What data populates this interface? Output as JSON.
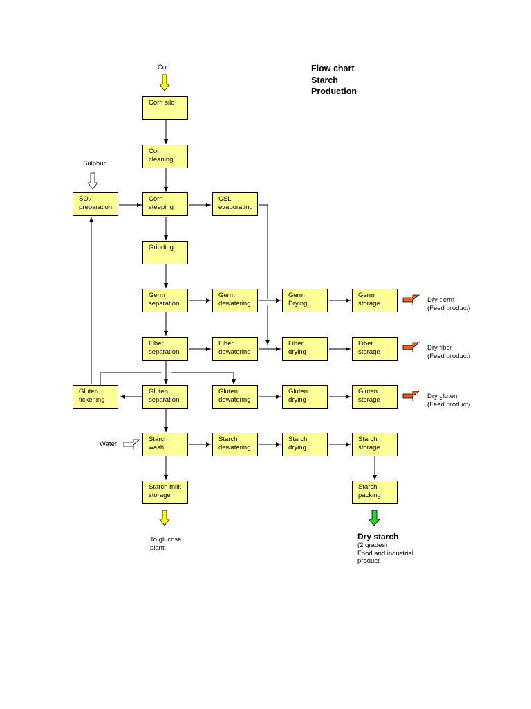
{
  "title": [
    "Flow chart",
    "Starch",
    "Production"
  ],
  "inputs": {
    "corn": "Corn",
    "sulphur": "Sulphur",
    "water": "Water"
  },
  "boxes": {
    "corn_silo": [
      "Corn silo"
    ],
    "corn_cleaning": [
      "Corn",
      "cleaning"
    ],
    "so2_preparation": [
      "SO₂",
      "preparation"
    ],
    "corn_steeping": [
      "Corn",
      "steeping"
    ],
    "csl_evaporating": [
      "CSL",
      "evaporating"
    ],
    "grinding": [
      "Grinding"
    ],
    "germ_separation": [
      "Germ",
      "separation"
    ],
    "germ_dewatering": [
      "Germ",
      "dewatering"
    ],
    "germ_drying": [
      "Germ",
      "Drying"
    ],
    "germ_storage": [
      "Germ",
      "storage"
    ],
    "fiber_separation": [
      "Fiber",
      "separation"
    ],
    "fiber_dewatering": [
      "Fiber",
      "dewatering"
    ],
    "fiber_drying": [
      "Fiber",
      "drying"
    ],
    "fiber_storage": [
      "Fiber",
      "storage"
    ],
    "gluten_tickening": [
      "Gluten",
      "tickening"
    ],
    "gluten_separation": [
      "Gluten",
      "separation"
    ],
    "gluten_dewatering": [
      "Gluten",
      "dewatering"
    ],
    "gluten_drying": [
      "Gluten",
      "drying"
    ],
    "gluten_storage": [
      "Gluten",
      "storage"
    ],
    "starch_wash": [
      "Starch",
      "wash"
    ],
    "starch_dewatering": [
      "Starch",
      "dewatering"
    ],
    "starch_drying": [
      "Starch",
      "drying"
    ],
    "starch_storage": [
      "Starch",
      "storage"
    ],
    "starch_milk_storage": [
      "Starch milk",
      "storage"
    ],
    "starch_packing": [
      "Starch",
      "packing"
    ]
  },
  "outputs": {
    "dry_germ": [
      "Dry germ",
      "(Feed product)"
    ],
    "dry_fiber": [
      "Dry fiber",
      "(Feed product)"
    ],
    "dry_gluten": [
      "Dry gluten",
      "(Feed product)"
    ],
    "to_glucose": [
      "To glucose",
      "plant"
    ],
    "dry_starch": {
      "title": "Dry starch",
      "details": [
        "(2 grades)",
        "Food and industrial",
        "product"
      ]
    }
  },
  "colors": {
    "box_fill": "#ffff99",
    "yellow_arrow": "#ffff00",
    "orange_arrow": "#e8601c",
    "green_arrow": "#33cc33"
  }
}
